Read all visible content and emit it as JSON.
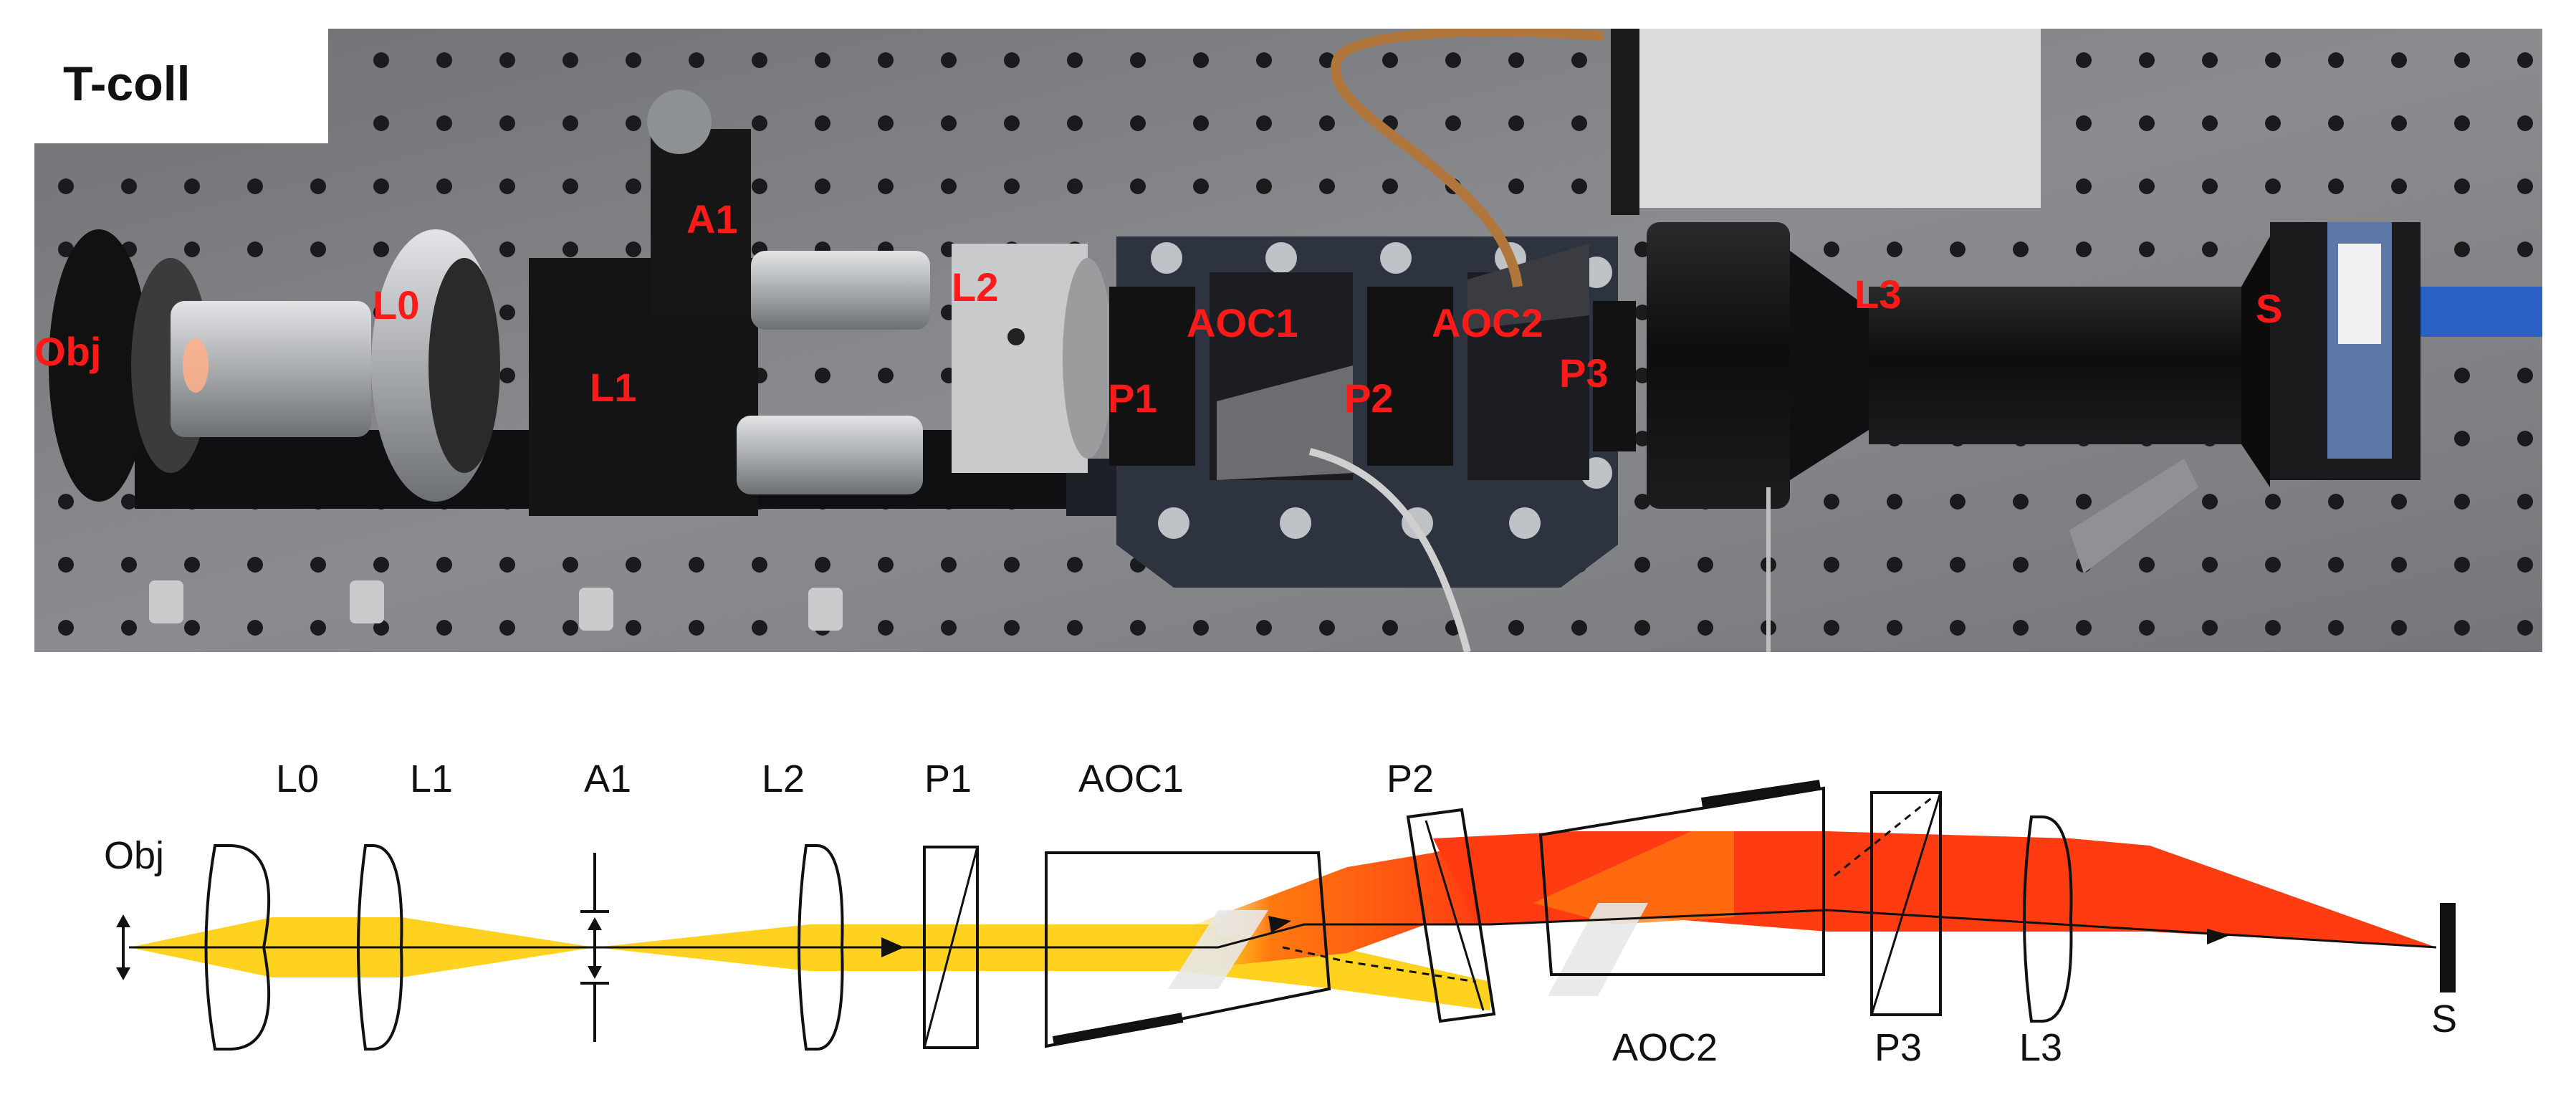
{
  "photo": {
    "title": "T-coll",
    "labels": {
      "obj": "Obj",
      "l0": "L0",
      "l1": "L1",
      "a1": "A1",
      "l2": "L2",
      "p1": "P1",
      "aoc1": "AOC1",
      "p2": "P2",
      "aoc2": "AOC2",
      "p3": "P3",
      "l3": "L3",
      "s": "S"
    },
    "label_color": "#ff1a1a"
  },
  "diagram": {
    "labels": {
      "obj": "Obj",
      "l0": "L0",
      "l1": "L1",
      "a1": "A1",
      "l2": "L2",
      "p1": "P1",
      "aoc1": "AOC1",
      "p2": "P2",
      "aoc2": "AOC2",
      "p3": "P3",
      "l3": "L3",
      "s": "S"
    },
    "beam_colors": {
      "yellow": "#ffd21f",
      "red": "#ff3b12",
      "orange": "#ff7a10"
    }
  }
}
